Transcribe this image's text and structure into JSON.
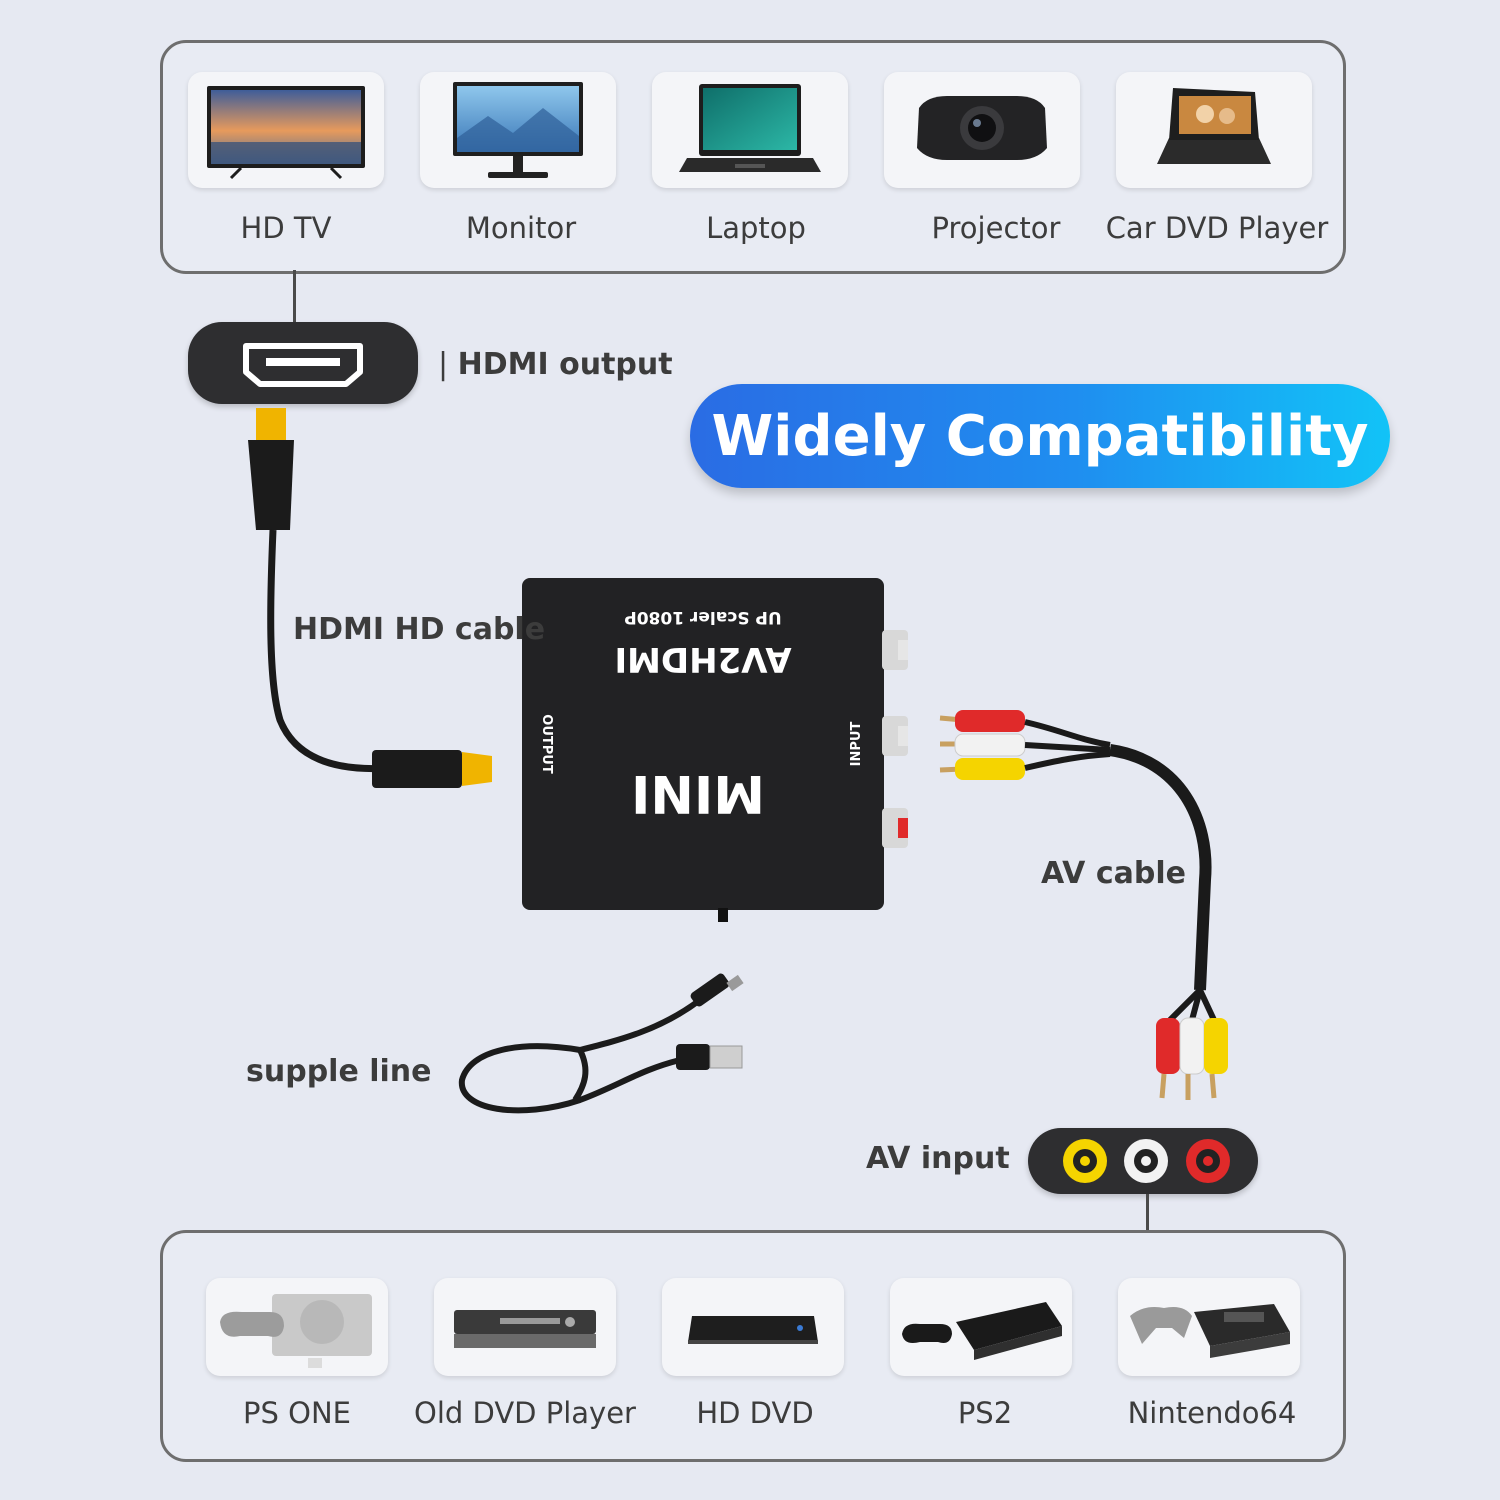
{
  "output_devices": [
    {
      "label": "HD TV",
      "icon": "tv-icon"
    },
    {
      "label": "Monitor",
      "icon": "monitor-icon"
    },
    {
      "label": "Laptop",
      "icon": "laptop-icon"
    },
    {
      "label": "Projector",
      "icon": "projector-icon"
    },
    {
      "label": "Car DVD Player",
      "icon": "car-dvd-player-icon"
    }
  ],
  "input_devices": [
    {
      "label": "PS ONE",
      "icon": "ps-one-console-icon"
    },
    {
      "label": "Old DVD Player",
      "icon": "dvd-player-icon"
    },
    {
      "label": "HD DVD",
      "icon": "hd-dvd-player-icon"
    },
    {
      "label": "PS2",
      "icon": "ps2-console-icon"
    },
    {
      "label": "Nintendo64",
      "icon": "nintendo64-console-icon"
    }
  ],
  "banner": "Widely Compatibility",
  "annotations": {
    "hdmi_output": "HDMI output",
    "hdmi_cable": "HDMI HD cable",
    "av_cable": "AV cable",
    "supple_line": "supple line",
    "av_input": "AV input"
  },
  "converter": {
    "subtitle": "UP Scaler 1080P",
    "model": "AV2HDMI",
    "badge": "MINI",
    "output_port": "OUTPUT",
    "input_port": "INPUT"
  },
  "colors": {
    "banner_start": "#2a6ce4",
    "banner_end": "#12c3f7",
    "rca_yellow": "#f5d400",
    "rca_white": "#f2f2f2",
    "rca_red": "#e02a2a",
    "hdmi_gold": "#f0b400"
  }
}
